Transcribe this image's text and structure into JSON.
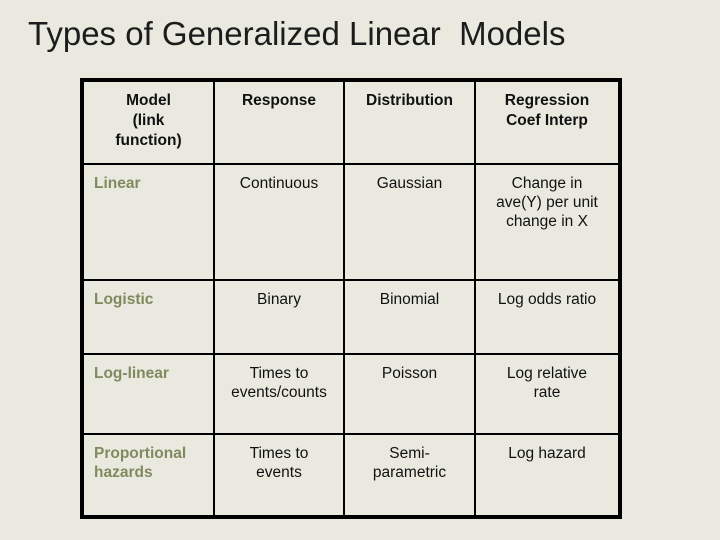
{
  "slide": {
    "title": "Types of Generalized Linear  Models",
    "background_color": "#e9e9df",
    "title_color": "#1c1c1c",
    "model_text_color": "#818a5f",
    "border_color": "#000000"
  },
  "table": {
    "headers": {
      "model_line1": "Model",
      "model_line2": "(link",
      "model_line3": "function)",
      "response": "Response",
      "distribution": "Distribution",
      "interp_line1": "Regression",
      "interp_line2": "Coef Interp"
    },
    "rows": [
      {
        "model": "Linear",
        "response": "Continuous",
        "distribution": "Gaussian",
        "interp_line1": "Change in",
        "interp_line2": "ave(Y) per unit",
        "interp_line3": "change in X"
      },
      {
        "model": "Logistic",
        "response": "Binary",
        "distribution": "Binomial",
        "interp_line1": "Log odds ratio",
        "interp_line2": "",
        "interp_line3": ""
      },
      {
        "model": "Log-linear",
        "response_line1": "Times to",
        "response_line2": "events/counts",
        "distribution": "Poisson",
        "interp_line1": "Log relative",
        "interp_line2": "rate",
        "interp_line3": ""
      },
      {
        "model_line1": "Proportional",
        "model_line2": "hazards",
        "response_line1": "Times to",
        "response_line2": "events",
        "distribution_line1": "Semi-",
        "distribution_line2": "parametric",
        "interp_line1": "Log hazard",
        "interp_line2": "",
        "interp_line3": ""
      }
    ]
  }
}
